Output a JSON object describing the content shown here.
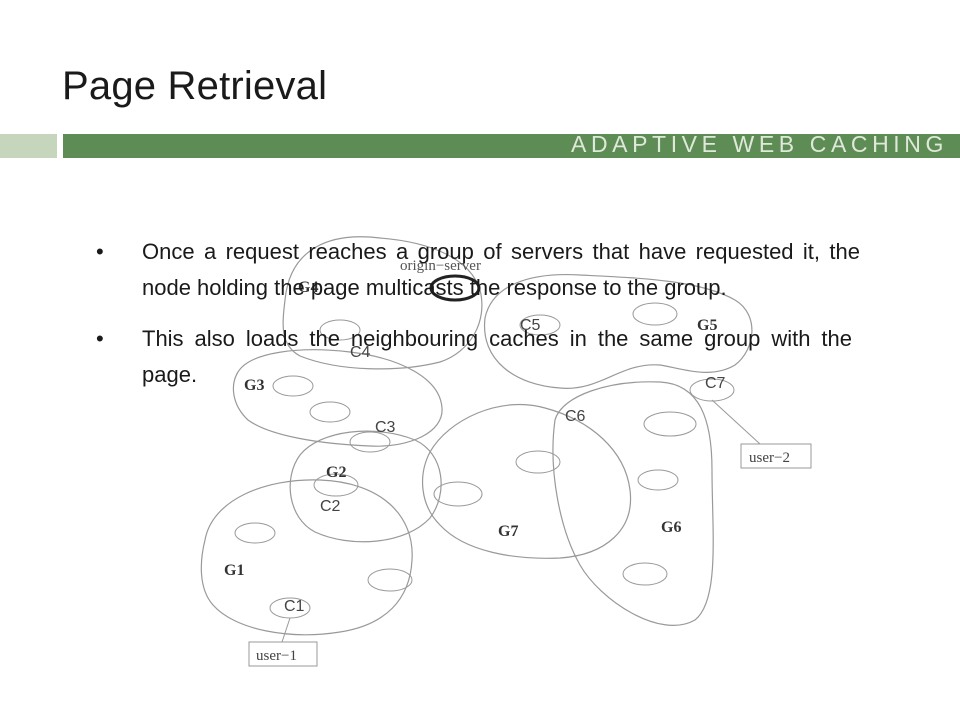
{
  "slide": {
    "title": "Page Retrieval",
    "subtitle": "ADAPTIVE WEB CACHING",
    "bullet_char": "•",
    "bullets": [
      "Once a request reaches a group of servers that have requested it, the node holding the page multicasts the response to the group.",
      "This also loads the neighbouring caches in the same group with the page."
    ]
  },
  "diagram": {
    "origin_label": "origin−server",
    "groups": [
      "G1",
      "G2",
      "G3",
      "G4",
      "G5",
      "G6",
      "G7"
    ],
    "caches": [
      "C1",
      "C2",
      "C3",
      "C4",
      "C5",
      "C6",
      "C7"
    ],
    "users": [
      "user−1",
      "user−2"
    ]
  },
  "colors": {
    "accent_dark": "#5e8c55",
    "accent_light": "#c5d6bd",
    "subtitle_text": "#dfe9d9"
  }
}
